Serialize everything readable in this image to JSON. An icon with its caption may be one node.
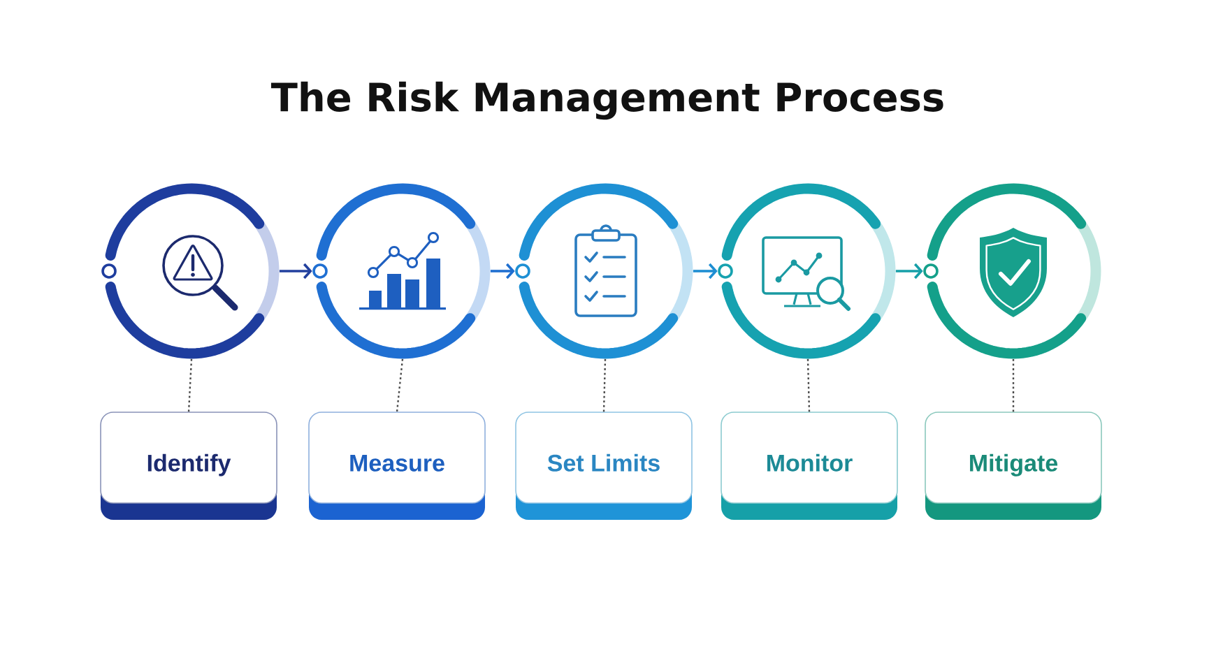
{
  "diagram": {
    "title": "The Risk Management Process",
    "nodes": [
      {
        "text": [],
        "shape": "circle"
      },
      {
        "text": [],
        "shape": "circle"
      },
      {
        "text": [],
        "shape": "circle"
      },
      {
        "text": [],
        "shape": "circle"
      },
      {
        "text": [],
        "shape": "circle"
      },
      {
        "text": [
          "Identify"
        ]
      },
      {
        "text": [
          "Measure"
        ]
      },
      {
        "text": [
          "Set Limits"
        ]
      },
      {
        "text": [
          "Monitor"
        ]
      },
      {
        "text": [
          "Mitigate"
        ]
      }
    ],
    "edges": [
      {
        "from": 0,
        "to": 1,
        "arrow": "to",
        "color": "#22409e"
      },
      {
        "from": 1,
        "to": 2,
        "arrow": "to",
        "color": "#1f6fd0"
      },
      {
        "from": 2,
        "to": 3,
        "arrow": "to",
        "color": "#1e8ed2"
      },
      {
        "from": 3,
        "to": 4,
        "arrow": "to",
        "color": "#169fa8"
      },
      {
        "from": 0,
        "to": 5,
        "arrow": "none",
        "style": "dashed"
      },
      {
        "from": 1,
        "to": 6,
        "arrow": "none",
        "style": "dashed"
      },
      {
        "from": 2,
        "to": 7,
        "arrow": "none",
        "style": "dashed"
      },
      {
        "from": 3,
        "to": 8,
        "arrow": "none",
        "style": "dashed"
      },
      {
        "from": 4,
        "to": 9,
        "arrow": "none",
        "style": "dashed"
      }
    ]
  }
}
